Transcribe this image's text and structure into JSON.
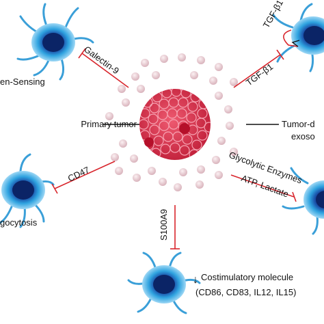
{
  "labels": {
    "primary_tumor": "Primary tumor",
    "tumor_derived_1": "Tumor-d",
    "tumor_derived_2": "exoso",
    "galectin": "Galectin-9",
    "tgf_arrow": "TGF-β1",
    "tgf_top": "TGF-β1",
    "cd47": "CD47",
    "glycolytic": "Glycolytic Enzymes",
    "atp": "ATP, Lactate",
    "s100a9": "S100A9",
    "sensing": "en-Sensing",
    "phago": "gocytosis",
    "costim_1": "Costimulatory molecule",
    "costim_2": "(CD86, CD83, IL12, IL15)",
    "down_arrow": "↓"
  },
  "colors": {
    "inhibit": "#d8242b",
    "cell_outer": "#29a9e3",
    "cell_nucleus": "#0d2f7d",
    "tumor": "#e0364f",
    "exosome": "#e8cdd3"
  }
}
